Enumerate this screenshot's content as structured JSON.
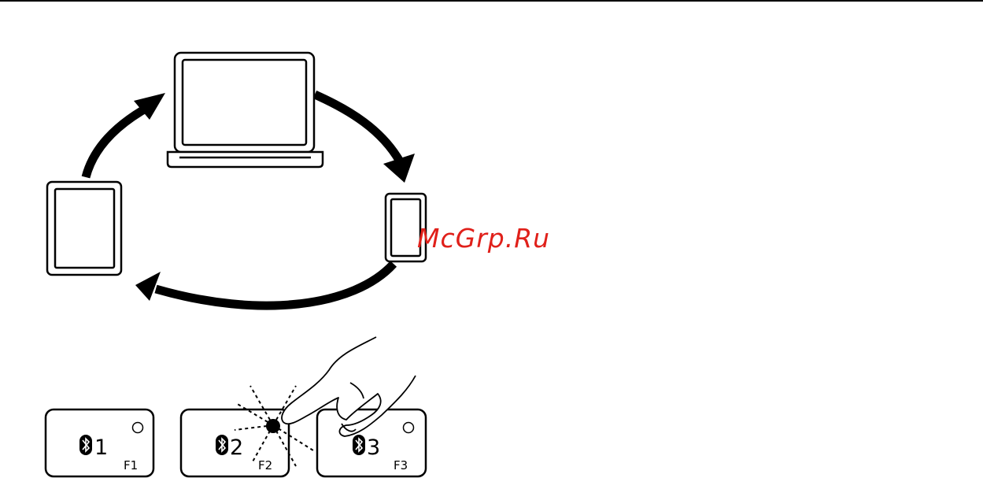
{
  "colors": {
    "ink": "#000000",
    "paper": "#ffffff",
    "watermark": "#e0201a"
  },
  "watermark": "McGrp.Ru",
  "devices": [
    {
      "kind": "laptop-icon"
    },
    {
      "kind": "phone-icon"
    },
    {
      "kind": "tablet-icon"
    }
  ],
  "keys": [
    {
      "number": "1",
      "fkey": "F1",
      "icon": "bluetooth-icon",
      "pressed": false
    },
    {
      "number": "2",
      "fkey": "F2",
      "icon": "bluetooth-icon",
      "pressed": true
    },
    {
      "number": "3",
      "fkey": "F3",
      "icon": "bluetooth-icon",
      "pressed": false
    }
  ]
}
